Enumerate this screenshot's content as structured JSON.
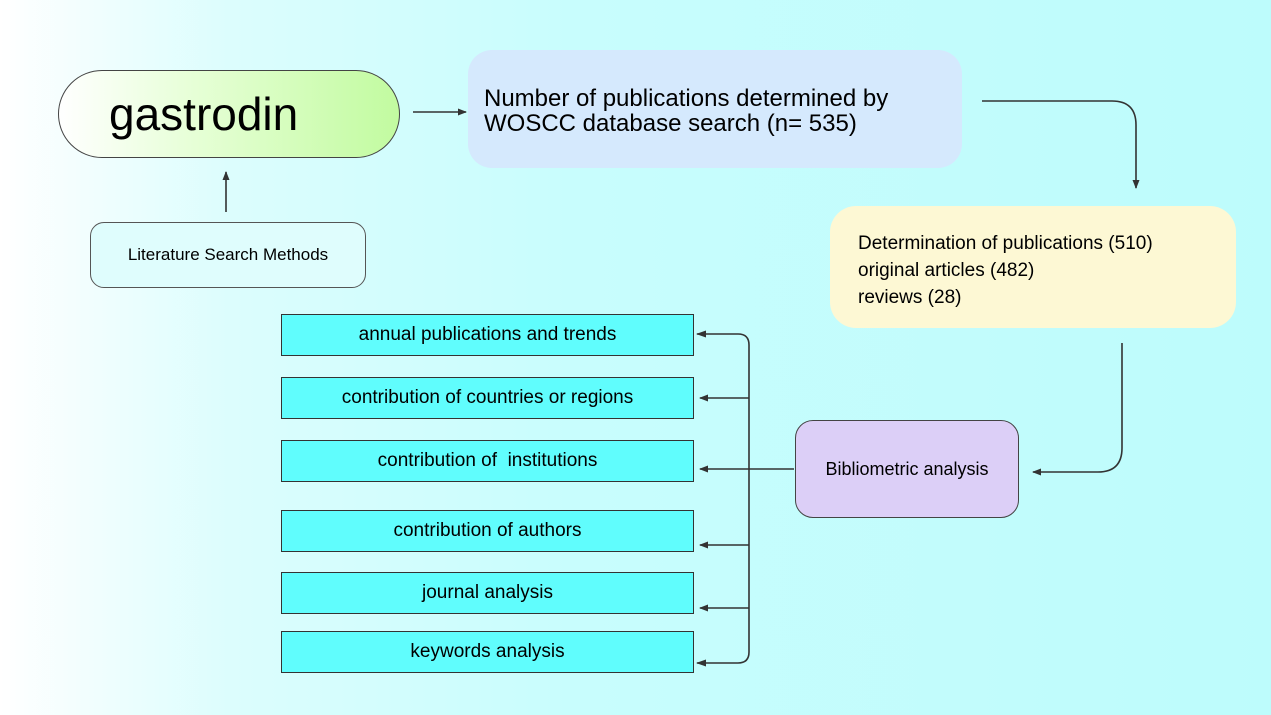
{
  "nodes": {
    "gastrodin": "gastrodin",
    "literature_search": "Literature Search Methods",
    "woscc": {
      "line1": "Number of publications determined by",
      "line2": "WOSCC database search (n= 535)"
    },
    "determination": {
      "line1": "Determination of publications (510)",
      "line2": "original articles (482)",
      "line3": "reviews (28)"
    },
    "bibliometric": "Bibliometric analysis"
  },
  "analyses": [
    "annual publications and trends",
    "contribution of countries or regions",
    "contribution of  institutions",
    "contribution of authors",
    "journal analysis",
    "keywords analysis"
  ],
  "colors": {
    "gastrodin_fill": "#c2fba0",
    "woscc_fill": "#d5e9fd",
    "determination_fill": "#fdf8d4",
    "bibliometric_fill": "#dccff7",
    "analysis_fill": "#60fdfd",
    "arrow": "#333333"
  }
}
